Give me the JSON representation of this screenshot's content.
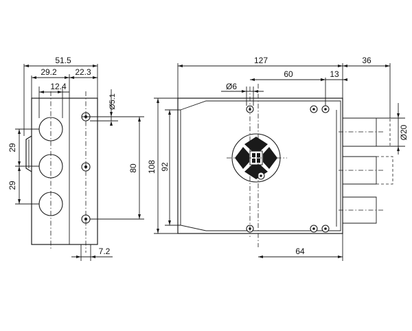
{
  "side_view": {
    "overall_width": "51.5",
    "width_a": "29.2",
    "width_b": "22.3",
    "cylinder_width": "12.4",
    "screw_diameter": "Ø5.1",
    "spacing_upper": "29",
    "spacing_lower": "29",
    "screw_spacing": "80",
    "bottom_offset": "7.2"
  },
  "front_view": {
    "overall_width": "127",
    "projection": "36",
    "hole_offset": "60",
    "edge_offset": "13",
    "hole_diameter": "Ø6",
    "bolt_diameter": "Ø20",
    "overall_height": "108",
    "inner_height": "92",
    "key_to_edge": "64"
  }
}
